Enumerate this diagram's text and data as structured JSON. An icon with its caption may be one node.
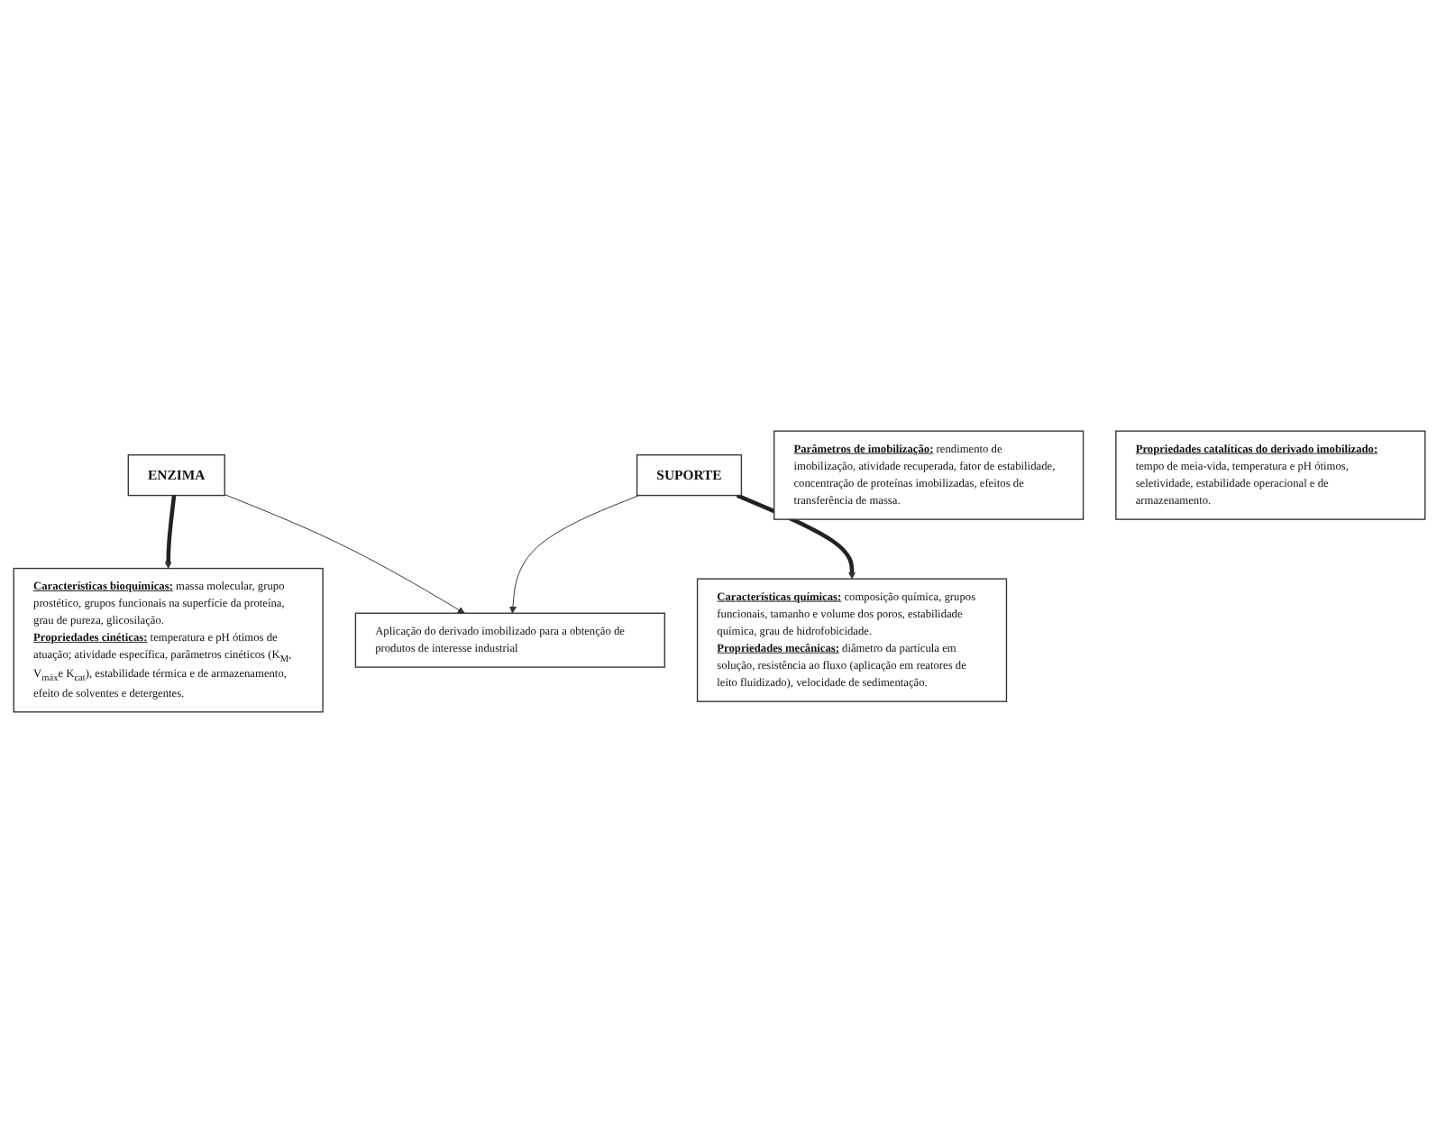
{
  "diagram": {
    "nodes": [
      {
        "text": [
          "**Características bioquímicas:** massa molecular, grupo prostético, grupos funcionais na superfície da proteína, grau de pureza, glicosilação.",
          "**Propriedades cinéticas:** temperatura e pH ótimos de atuação; atividade específica, parâmetros cinéticos (K$_{M}$, V$_{máx}$e K$_{cat}$), estabilidade térmica e de armazenamento, efeito de solventes e detergentes."
        ]
      },
      {
        "text": [
          "**Características químicas:** composição química, grupos funcionais, tamanho e volume dos poros, estabilidade química, grau de hidrofobicidade.",
          "**Propriedades mecânicas:** diâmetro da partícula em solução, resistência ao fluxo (aplicação em reatores de leito fluidizado), velocidade de sedimentação."
        ]
      },
      {
        "text": [
          "ENZIMA"
        ]
      },
      {
        "text": [
          "SUPORTE"
        ]
      },
      {
        "text": [
          "**Parâmetros de imobilização:** rendimento de imobilização, atividade recuperada, fator de estabilidade, concentração de proteínas imobilizadas, efeitos de transferência de massa."
        ]
      },
      {
        "text": [
          "**Propriedades catalíticas do derivado imobilizado:** tempo de meia-vida, temperatura e pH ótimos, seletividade, estabilidade operacional e de armazenamento."
        ]
      },
      {
        "text": [
          "Aplicação do derivado imobilizado para a obtenção de produtos de interesse industrial"
        ]
      }
    ],
    "edges": [
      {
        "from": 2,
        "to": 0,
        "arrow": "to",
        "style": "thick"
      },
      {
        "from": 3,
        "to": 1,
        "arrow": "to",
        "style": "thick"
      },
      {
        "from": 2,
        "to": 6,
        "arrow": "to"
      },
      {
        "from": 3,
        "to": 6,
        "arrow": "to"
      }
    ]
  }
}
